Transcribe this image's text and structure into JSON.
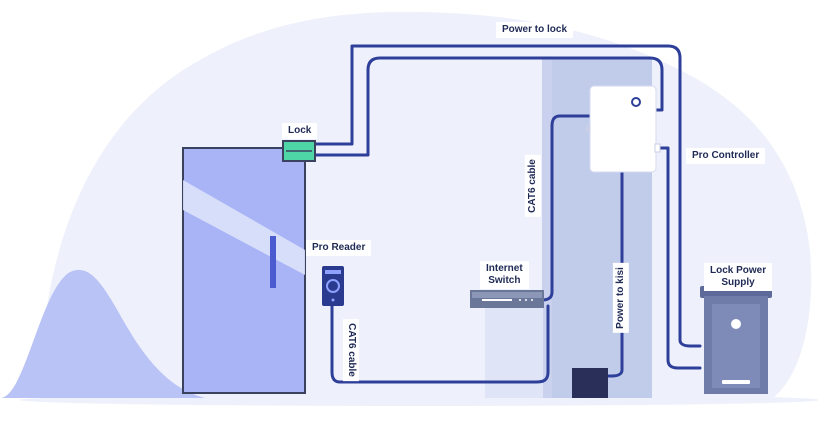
{
  "labels": {
    "power_to_lock": "Power to lock",
    "lock": "Lock",
    "pro_controller": "Pro Controller",
    "pro_reader": "Pro Reader",
    "cat6_cable_top": "CAT6 cable",
    "cat6_cable_bottom": "CAT6 cable",
    "internet_switch": "Internet\nSwitch",
    "power_to_kisi": "Power to kisi",
    "lock_power_supply": "Lock Power\nSupply"
  },
  "colors": {
    "cable": "#2e3f99",
    "door": "#a8b4f6",
    "door_border": "#3b4260",
    "lock": "#4fd6a6",
    "wall": "#c9d1ee",
    "blob": "#eef0fb",
    "mountain": "#b9c3f5",
    "power_supply": "#6f7caa",
    "controller": "#ffffff",
    "switch": "#6a7799",
    "label_text": "#1f2a55"
  }
}
